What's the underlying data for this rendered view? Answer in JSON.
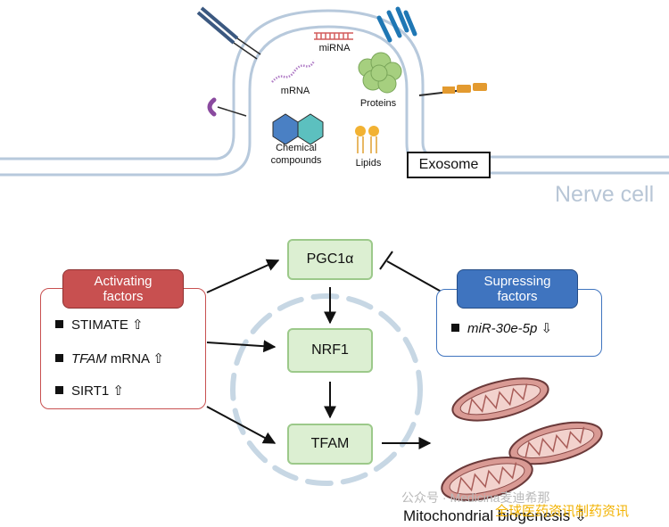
{
  "exosome": {
    "cargo": {
      "mirna": "miRNA",
      "mrna": "mRNA",
      "proteins": "Proteins",
      "chemical_line1": "Chemical",
      "chemical_line2": "compounds",
      "lipids": "Lipids"
    },
    "label": "Exosome"
  },
  "cell_label": "Nerve cell",
  "pathway": {
    "nodes": {
      "pgc1a": "PGC1α",
      "nrf1": "NRF1",
      "tfam": "TFAM"
    }
  },
  "activating": {
    "title_line1": "Activating",
    "title_line2": "factors",
    "items": [
      {
        "text": "STIMATE ⇧"
      },
      {
        "italic": "TFAM",
        "text": " mRNA ⇧"
      },
      {
        "text": "SIRT1 ⇧"
      }
    ]
  },
  "suppressing": {
    "title_line1": "Supressing",
    "title_line2": "factors",
    "items": [
      {
        "italic": "miR-30e-5p",
        "text": " ⇩"
      }
    ]
  },
  "outcome": {
    "label": "Mitochondrial biogenesis ⇩"
  },
  "watermark": {
    "line1": "公众号 · Medicina麦迪希那",
    "line2": "全球医药资讯制药资讯"
  },
  "colors": {
    "membrane": "#b7c9dc",
    "activating_header": "#c85050",
    "suppressing_header": "#3f74bf",
    "node_fill": "#dcefd2",
    "mito": "#d99a94"
  }
}
